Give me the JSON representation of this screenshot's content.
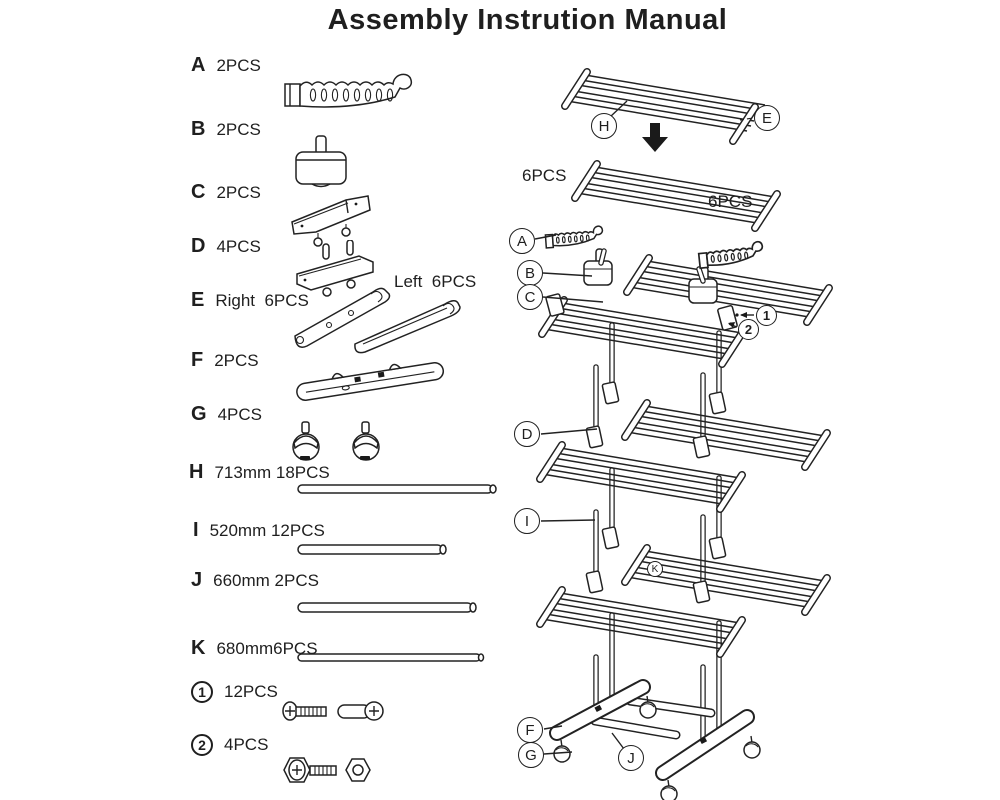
{
  "title": "Assembly Instrution Manual",
  "parts": [
    {
      "id": "A",
      "qty": "2PCS"
    },
    {
      "id": "B",
      "qty": "2PCS"
    },
    {
      "id": "C",
      "qty": "2PCS"
    },
    {
      "id": "D",
      "qty": "4PCS"
    },
    {
      "id": "E",
      "qty": "Right  6PCS",
      "extra": "Left  6PCS"
    },
    {
      "id": "F",
      "qty": "2PCS"
    },
    {
      "id": "G",
      "qty": "4PCS"
    },
    {
      "id": "H",
      "qty": "713mm 18PCS"
    },
    {
      "id": "I",
      "qty": "520mm 12PCS"
    },
    {
      "id": "J",
      "qty": "660mm 2PCS"
    },
    {
      "id": "K",
      "qty": "680mm6PCS"
    },
    {
      "id": "1",
      "qty": "12PCS",
      "circled": true
    },
    {
      "id": "2",
      "qty": "4PCS",
      "circled": true
    }
  ],
  "diagram": {
    "step": {
      "h": "H",
      "e": "E",
      "qty_left": "6PCS",
      "qty_right": "6PCS"
    },
    "callouts": {
      "a": "A",
      "b": "B",
      "c": "C",
      "d": "D",
      "i": "I",
      "k": "K",
      "f": "F",
      "g": "G",
      "j": "J",
      "s1": "1",
      "s2": "2"
    }
  },
  "colors": {
    "ink": "#222222",
    "paper": "#ffffff"
  }
}
